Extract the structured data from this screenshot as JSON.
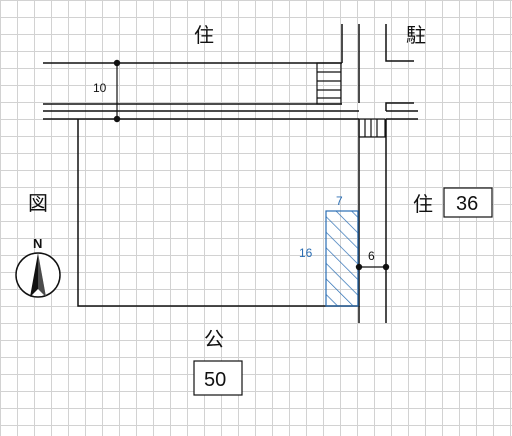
{
  "labels": {
    "top_road": "住",
    "top_right": "駐",
    "left_side": "図",
    "right_road": "住",
    "bottom_road": "公"
  },
  "road_widths": {
    "right": "36",
    "bottom": "50"
  },
  "dimensions": {
    "top_road_width": "10",
    "hatch_width": "7",
    "hatch_height": "16",
    "side_road_width": "6"
  },
  "compass": {
    "north": "N"
  },
  "colors": {
    "hatch": "#2a6db3",
    "line": "#111111"
  }
}
